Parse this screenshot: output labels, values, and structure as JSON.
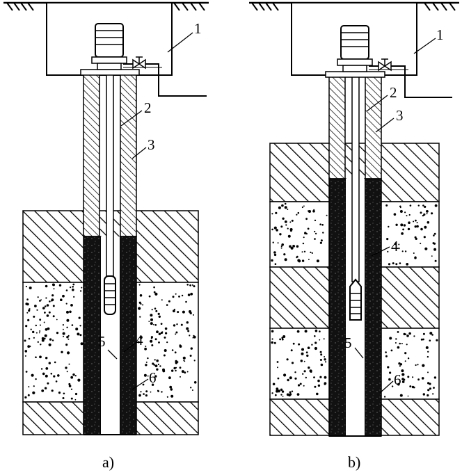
{
  "diagram": {
    "labels": [
      "1",
      "2",
      "3",
      "4",
      "5",
      "6"
    ],
    "captions": [
      "a)",
      "b)"
    ]
  }
}
